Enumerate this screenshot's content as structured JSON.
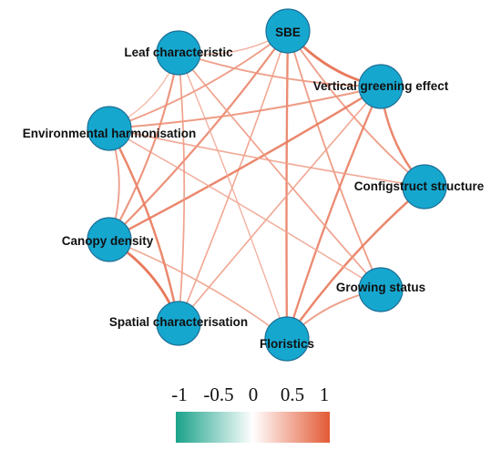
{
  "nodes": [
    {
      "id": "sbe",
      "label": "SBE"
    },
    {
      "id": "vge",
      "label": "Vertical greening effect"
    },
    {
      "id": "cs",
      "label": "Configstruct structure"
    },
    {
      "id": "gs",
      "label": "Growing status"
    },
    {
      "id": "fl",
      "label": "Floristics"
    },
    {
      "id": "sc",
      "label": "Spatial characterisation"
    },
    {
      "id": "cd",
      "label": "Canopy density"
    },
    {
      "id": "eh",
      "label": "Environmental harmonisation"
    },
    {
      "id": "lc",
      "label": "Leaf characteristic"
    }
  ],
  "edges": [
    {
      "from": "sbe",
      "to": "vge",
      "weight": 0.85
    },
    {
      "from": "sbe",
      "to": "cs",
      "weight": 0.45
    },
    {
      "from": "sbe",
      "to": "gs",
      "weight": 0.45
    },
    {
      "from": "sbe",
      "to": "fl",
      "weight": 0.65
    },
    {
      "from": "sbe",
      "to": "sc",
      "weight": 0.35
    },
    {
      "from": "sbe",
      "to": "cd",
      "weight": 0.6
    },
    {
      "from": "sbe",
      "to": "eh",
      "weight": 0.45
    },
    {
      "from": "sbe",
      "to": "lc",
      "weight": 0.25
    },
    {
      "from": "vge",
      "to": "cs",
      "weight": 0.7
    },
    {
      "from": "vge",
      "to": "fl",
      "weight": 0.65
    },
    {
      "from": "vge",
      "to": "cd",
      "weight": 0.7
    },
    {
      "from": "vge",
      "to": "eh",
      "weight": 0.5
    },
    {
      "from": "vge",
      "to": "lc",
      "weight": 0.45
    },
    {
      "from": "vge",
      "to": "sc",
      "weight": 0.35
    },
    {
      "from": "cs",
      "to": "fl",
      "weight": 0.7
    },
    {
      "from": "cs",
      "to": "eh",
      "weight": 0.35
    },
    {
      "from": "gs",
      "to": "fl",
      "weight": 0.45
    },
    {
      "from": "gs",
      "to": "lc",
      "weight": 0.4
    },
    {
      "from": "gs",
      "to": "eh",
      "weight": 0.3
    },
    {
      "from": "fl",
      "to": "lc",
      "weight": 0.25
    },
    {
      "from": "fl",
      "to": "cd",
      "weight": 0.35
    },
    {
      "from": "sc",
      "to": "cd",
      "weight": 0.85
    },
    {
      "from": "sc",
      "to": "eh",
      "weight": 0.7
    },
    {
      "from": "sc",
      "to": "lc",
      "weight": 0.4
    },
    {
      "from": "cd",
      "to": "eh",
      "weight": 0.45
    },
    {
      "from": "cd",
      "to": "lc",
      "weight": 0.55
    },
    {
      "from": "eh",
      "to": "lc",
      "weight": 0.2
    }
  ],
  "legend": {
    "ticks": [
      "-1",
      "-0.5",
      "0",
      "0.5",
      "1"
    ],
    "colors": {
      "negative": "#1aa28a",
      "zero": "#ffffff",
      "positive": "#e35a35"
    }
  },
  "colors": {
    "node_fill": "#16a7cf",
    "node_stroke": "#1d6f95"
  }
}
